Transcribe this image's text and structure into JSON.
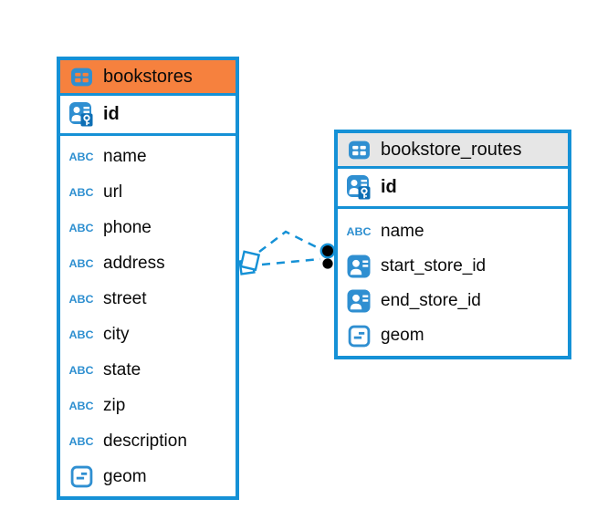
{
  "icons": {
    "text_type_label": "ABC"
  },
  "colors": {
    "table_border_blue": "#1591D6",
    "icon_blue": "#2F8FD1",
    "header_orange": "#F6813E",
    "header_gray": "#E6E6E6",
    "text_black": "#0a0a0a",
    "marker_black": "#000000"
  },
  "relationship": {
    "style": "dashed",
    "line_count": 2,
    "left_marker": "overlapping-squares",
    "right_marker": "double-dot"
  },
  "diagram": {
    "tables": [
      {
        "name": "bookstores",
        "header_style": "orange",
        "columns": [
          {
            "name": "id",
            "icon": "primary-key"
          },
          {
            "name": "name",
            "icon": "text"
          },
          {
            "name": "url",
            "icon": "text"
          },
          {
            "name": "phone",
            "icon": "text"
          },
          {
            "name": "address",
            "icon": "text"
          },
          {
            "name": "street",
            "icon": "text"
          },
          {
            "name": "city",
            "icon": "text"
          },
          {
            "name": "state",
            "icon": "text"
          },
          {
            "name": "zip",
            "icon": "text"
          },
          {
            "name": "description",
            "icon": "text"
          },
          {
            "name": "geom",
            "icon": "geometry"
          }
        ]
      },
      {
        "name": "bookstore_routes",
        "header_style": "gray",
        "columns": [
          {
            "name": "id",
            "icon": "primary-key"
          },
          {
            "name": "name",
            "icon": "text"
          },
          {
            "name": "start_store_id",
            "icon": "reference"
          },
          {
            "name": "end_store_id",
            "icon": "reference"
          },
          {
            "name": "geom",
            "icon": "geometry"
          }
        ]
      }
    ]
  }
}
